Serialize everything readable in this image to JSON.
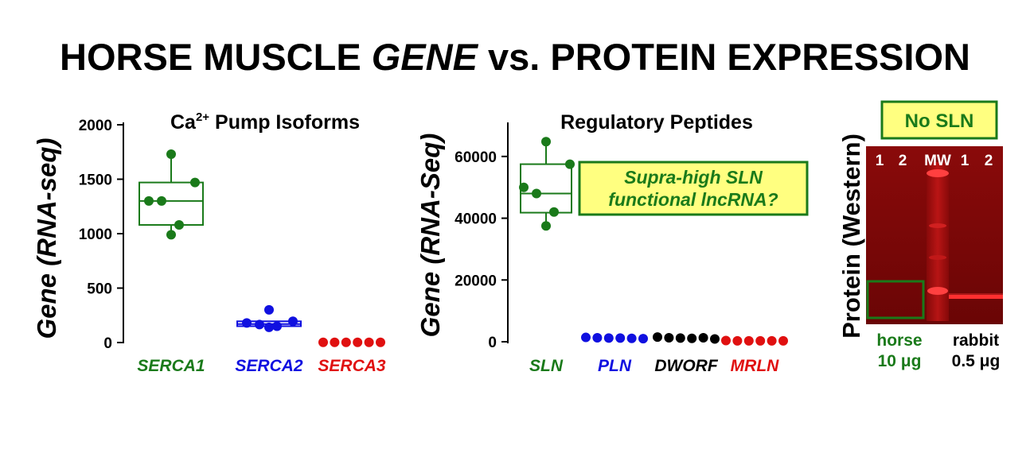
{
  "title": {
    "part1": "HORSE MUSCLE ",
    "part2": "GENE",
    "part3": " vs. PROTEIN EXPRESSION"
  },
  "chart_data": [
    {
      "type": "box",
      "title_main": "Ca",
      "title_sup": "2+",
      "title_rest": " Pump Isoforms",
      "ylabel_prefix": "Gene ",
      "ylabel_italic": "(RNA-seq)",
      "ylim": [
        0,
        2000
      ],
      "yticks": [
        0,
        500,
        1000,
        1500,
        2000
      ],
      "groups": [
        {
          "name": "SERCA1",
          "color": "#1a7a1a",
          "points": [
            1730,
            1470,
            1300,
            1300,
            1080,
            990
          ],
          "box": {
            "q1": 1080,
            "median": 1300,
            "q3": 1470,
            "min": 990,
            "max": 1730
          }
        },
        {
          "name": "SERCA2",
          "color": "#1010e0",
          "points": [
            300,
            195,
            180,
            165,
            150,
            140
          ],
          "box": {
            "q1": 150,
            "median": 170,
            "q3": 195,
            "min": 140,
            "max": 195
          }
        },
        {
          "name": "SERCA3",
          "color": "#e01010",
          "points": [
            2,
            2,
            2,
            2,
            2,
            2
          ]
        }
      ]
    },
    {
      "type": "box",
      "title_main": "Regulatory Peptides",
      "ylabel_prefix": "Gene ",
      "ylabel_italic": "(RNA-Seq)",
      "ylim": [
        0,
        70000
      ],
      "yticks": [
        0,
        20000,
        40000,
        60000
      ],
      "annotation_line1": "Supra-high SLN",
      "annotation_line2": "functional lncRNA?",
      "groups": [
        {
          "name": "SLN",
          "color": "#1a7a1a",
          "points": [
            64800,
            57500,
            50000,
            48000,
            42000,
            37500
          ],
          "box": {
            "q1": 41800,
            "median": 48000,
            "q3": 57500,
            "min": 37500,
            "max": 64800
          }
        },
        {
          "name": "PLN",
          "color": "#1010e0",
          "points": [
            1400,
            1300,
            1200,
            1200,
            1100,
            1000
          ]
        },
        {
          "name": "DWORF",
          "color": "#000000",
          "points": [
            1500,
            1300,
            1200,
            1100,
            1300,
            900
          ]
        },
        {
          "name": "MRLN",
          "color": "#e01010",
          "points": [
            400,
            300,
            300,
            300,
            300,
            300
          ]
        }
      ]
    }
  ],
  "western": {
    "badge": "No SLN",
    "axis_label": "Protein (Western)",
    "lanes": [
      "1",
      "2",
      "MW",
      "1",
      "2"
    ],
    "horse_label": "horse",
    "horse_amount": "10 μg",
    "rabbit_label": "rabbit",
    "rabbit_amount": "0.5 μg"
  },
  "colors": {
    "green": "#1a7a1a",
    "blue": "#1010e0",
    "red": "#e01010",
    "callout_fill": "#ffff80",
    "blot_red": "#a00000"
  }
}
